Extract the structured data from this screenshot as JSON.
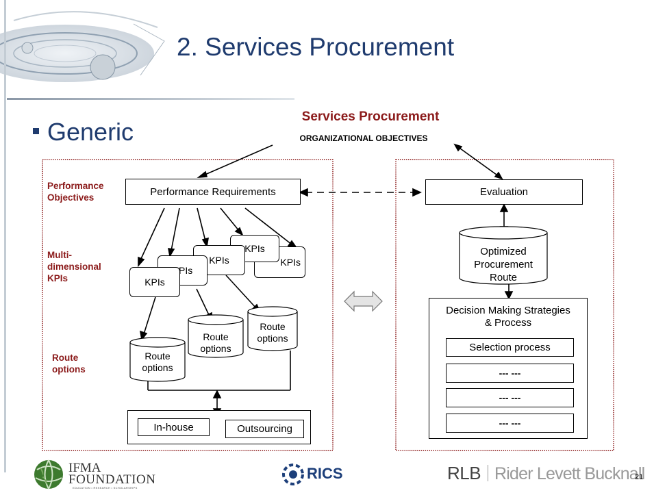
{
  "slide": {
    "title": "2. Services Procurement",
    "bullet": "Generic",
    "page_number": "21"
  },
  "diagram": {
    "title": "Services Procurement",
    "subtitle": "ORGANIZATIONAL OBJECTIVES",
    "left_labels": {
      "performance": [
        "Performance",
        "Objectives"
      ],
      "kpis": [
        "Multi-",
        "dimensional",
        "KPIs"
      ],
      "routes": [
        "Route",
        "options"
      ]
    },
    "performance_requirements": "Performance Requirements",
    "kpi_label": "KPIs",
    "kpi_hidden_fragment": "KPIs",
    "route_options": "Route options",
    "route_lines": [
      "Route",
      "options"
    ],
    "inhouse": "In-house",
    "outsourcing": "Outsourcing",
    "evaluation": "Evaluation",
    "optimized_lines": [
      "Optimized",
      "Procurement Route"
    ],
    "decision_lines": [
      "Decision Making Strategies",
      "& Process"
    ],
    "selection_process": "Selection process",
    "placeholder": "--- ---"
  },
  "logos": {
    "ifma_line1": "IFMA",
    "ifma_line2": "FOUNDATION",
    "ifma_tagline": "EDUCATION • RESEARCH • SCHOLARSHIPS",
    "rics": "RICS",
    "rlb_abbr": "RLB",
    "rlb_name": "Rider Levett Bucknall"
  },
  "colors": {
    "title_blue": "#1f3b6e",
    "accent_red": "#8b1a1a",
    "frame_red": "#8b1a1a",
    "ifma_green": "#3d7a2e",
    "rics_blue": "#1d3f7a"
  }
}
